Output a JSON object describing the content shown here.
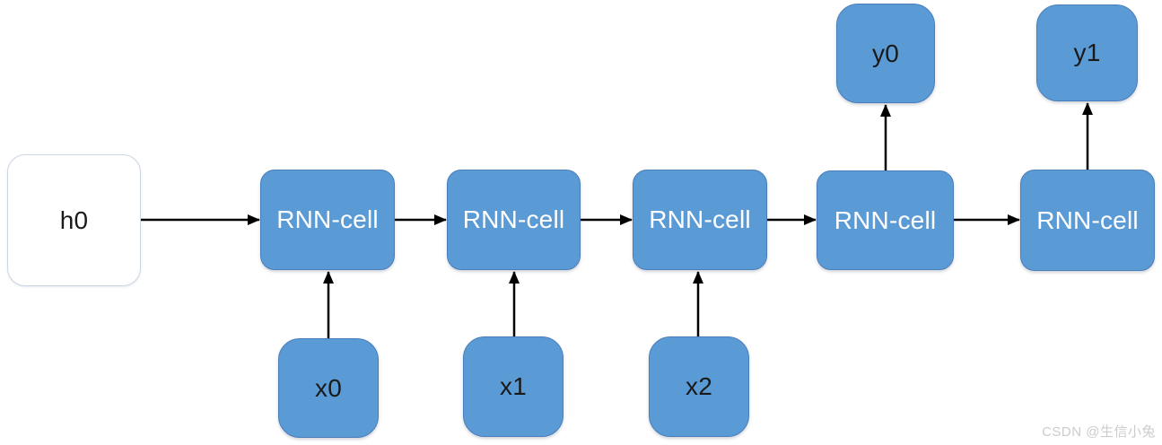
{
  "diagram": {
    "nodes": {
      "h0": {
        "label": "h0"
      },
      "cells": [
        {
          "label": "RNN-cell"
        },
        {
          "label": "RNN-cell"
        },
        {
          "label": "RNN-cell"
        },
        {
          "label": "RNN-cell"
        },
        {
          "label": "RNN-cell"
        }
      ],
      "inputs": [
        {
          "label": "x0"
        },
        {
          "label": "x1"
        },
        {
          "label": "x2"
        }
      ],
      "outputs": [
        {
          "label": "y0"
        },
        {
          "label": "y1"
        }
      ]
    },
    "edges": [
      {
        "from": "h0",
        "to": "rnn-cell-1"
      },
      {
        "from": "rnn-cell-1",
        "to": "rnn-cell-2"
      },
      {
        "from": "rnn-cell-2",
        "to": "rnn-cell-3"
      },
      {
        "from": "rnn-cell-3",
        "to": "rnn-cell-4"
      },
      {
        "from": "rnn-cell-4",
        "to": "rnn-cell-5"
      },
      {
        "from": "x0",
        "to": "rnn-cell-1"
      },
      {
        "from": "x1",
        "to": "rnn-cell-2"
      },
      {
        "from": "x2",
        "to": "rnn-cell-3"
      },
      {
        "from": "rnn-cell-4",
        "to": "y0"
      },
      {
        "from": "rnn-cell-5",
        "to": "y1"
      }
    ],
    "colors": {
      "cell_fill": "#5b9bd5",
      "cell_border": "#4a7ebb",
      "cell_text": "#ffffff",
      "io_text": "#1a1a1a",
      "state_fill": "#ffffff",
      "state_border": "#ccd7e3",
      "arrow": "#000000"
    }
  },
  "watermark": {
    "text": "CSDN @生信小兔"
  }
}
